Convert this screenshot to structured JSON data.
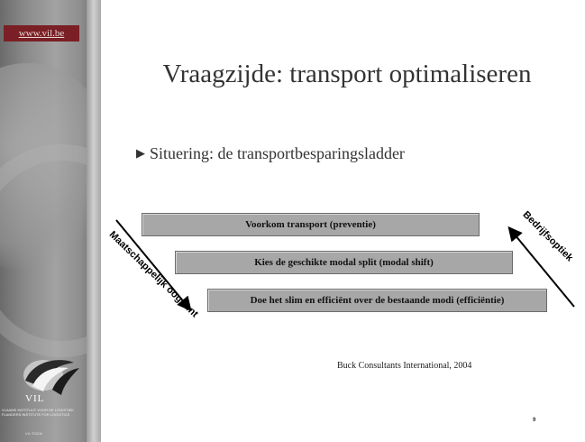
{
  "sidebar": {
    "url": "www.vil.be",
    "logo_text": "VIL",
    "institute_text": "Vlaams Instituut voor de Logistiek Flanders Institute for Logistics",
    "footer_text": "VIL ©2006"
  },
  "slide": {
    "title": "Vraagzijde: transport optimaliseren",
    "bullet": "Situering: de transportbesparingsladder",
    "ladder": [
      "Voorkom transport (preventie)",
      "Kies de geschikte modal split (modal shift)",
      "Doe het slim en efficiënt over de bestaande modi (efficiëntie)"
    ],
    "left_arrow_label": "Maatschappelijk oogpunt",
    "right_arrow_label": "Bedrijfsoptiek",
    "credit": "Buck Consultants International, 2004",
    "page_number": "9"
  },
  "colors": {
    "url_box": "#7a1f25",
    "bar_fill": "#a7a7a7",
    "title_text": "#333333"
  }
}
